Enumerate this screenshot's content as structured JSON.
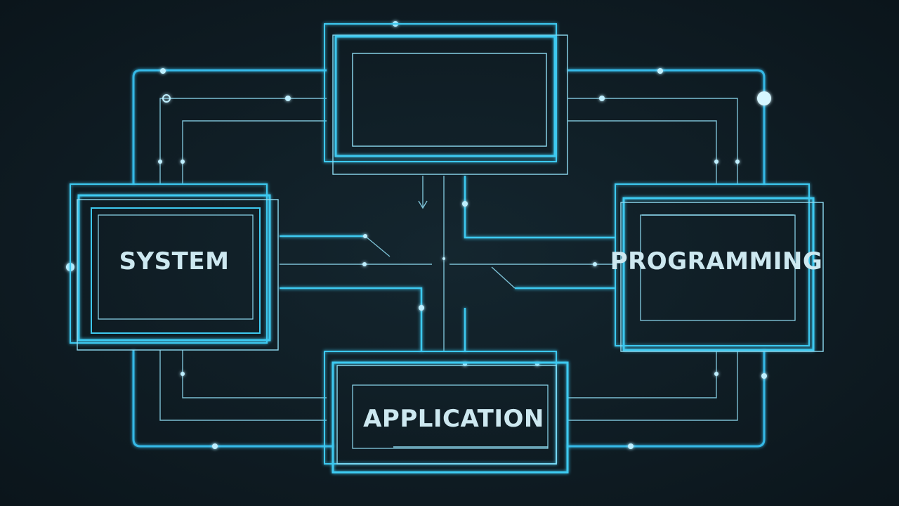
{
  "nodes": {
    "system": "SYSTEM",
    "programming": "PROGRAMMING",
    "application": "APPLICATION",
    "top": ""
  },
  "colors": {
    "background": "#0f1c24",
    "neon": "#3ec9f0",
    "neon_dim": "#8fdcf2",
    "text": "#cde8f0"
  }
}
